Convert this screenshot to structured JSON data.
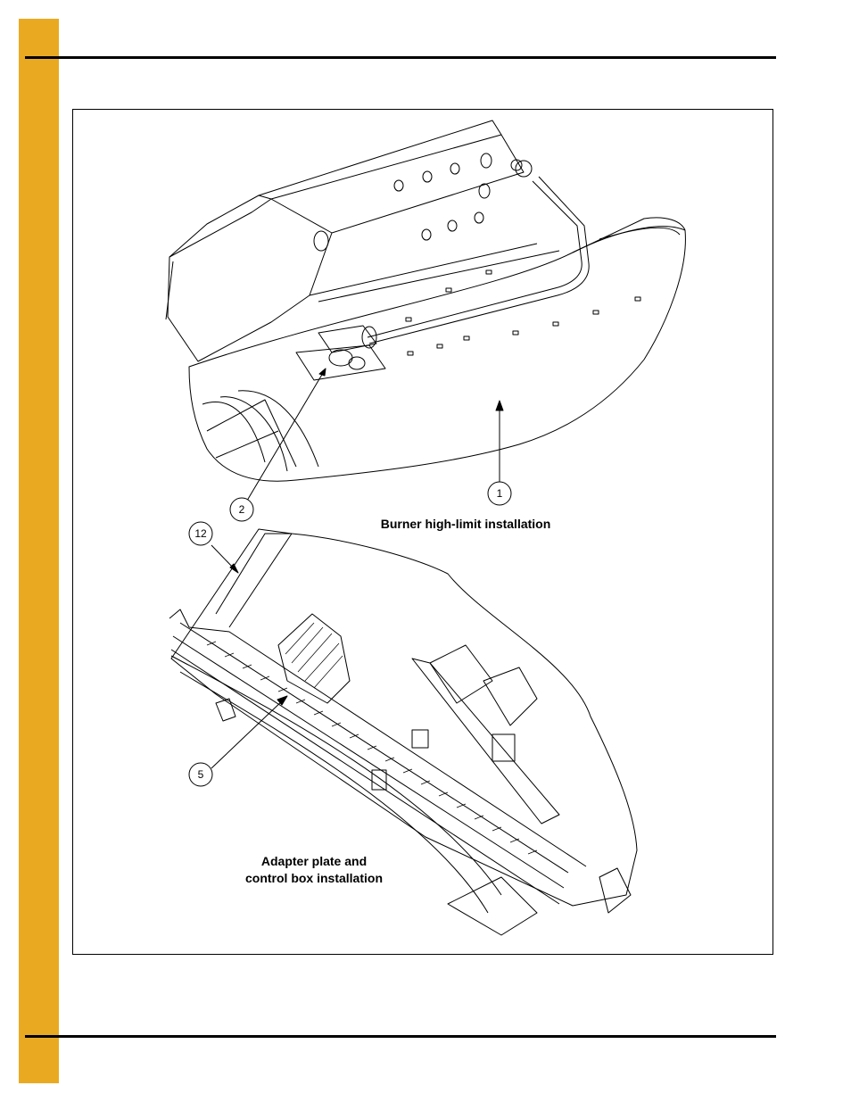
{
  "figure": {
    "caption_burner": "Burner high-limit installation",
    "caption_adapter_line1": "Adapter plate and",
    "caption_adapter_line2": "control box installation",
    "callouts": [
      "1",
      "2",
      "12",
      "5"
    ]
  },
  "colors": {
    "side_tab": "#e9aa22",
    "rule": "#000000"
  }
}
